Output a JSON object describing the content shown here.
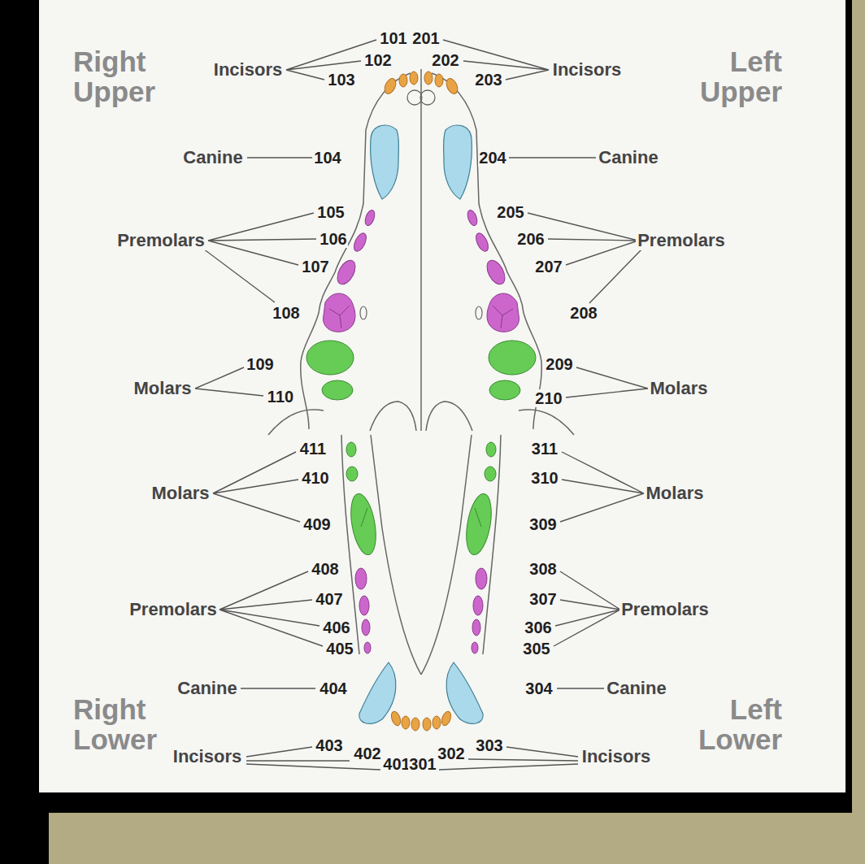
{
  "diagram": {
    "labels": [
      "Right Upper",
      "Incisors",
      "101",
      "201",
      "Incisors",
      "Left Upper",
      "102",
      "202",
      "103",
      "203",
      "Canine",
      "104",
      "204",
      "Canine",
      "105",
      "205",
      "Premolars",
      "106",
      "206",
      "Premolars",
      "107",
      "207",
      "108",
      "208",
      "109",
      "209",
      "Molars",
      "110",
      "210",
      "Molars",
      "411",
      "311",
      "Molars",
      "410",
      "310",
      "Molars",
      "409",
      "309",
      "408",
      "308",
      "Premolars",
      "407",
      "307",
      "Premolars",
      "406",
      "306",
      "405",
      "305",
      "Canine",
      "404",
      "304",
      "Canine",
      "Right Lower",
      "Left Lower",
      "Incisors",
      "403",
      "402",
      "401",
      "301",
      "302",
      "303",
      "Incisors"
    ]
  }
}
